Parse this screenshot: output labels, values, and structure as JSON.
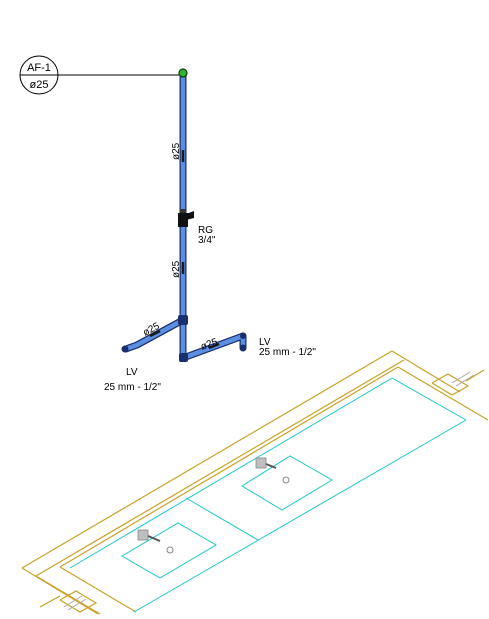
{
  "riser_tag": {
    "id": "AF-1",
    "diameter": "ø25"
  },
  "pipe_labels": {
    "riser_upper": "ø25",
    "riser_lower": "ø25",
    "branch_left": "ø25",
    "branch_right": "ø25"
  },
  "valve": {
    "code": "RG",
    "size": "3/4\""
  },
  "fixtures": {
    "left": {
      "code": "LV",
      "size": "25 mm - 1/2\""
    },
    "right": {
      "code": "LV",
      "size": "25 mm - 1/2\""
    }
  },
  "colors": {
    "pipe": "#5b8fe0",
    "pipe_outline": "#1a2f70",
    "countertop": "#c9a227",
    "basin": "#1ec8c8",
    "node": "#2fb52f"
  }
}
